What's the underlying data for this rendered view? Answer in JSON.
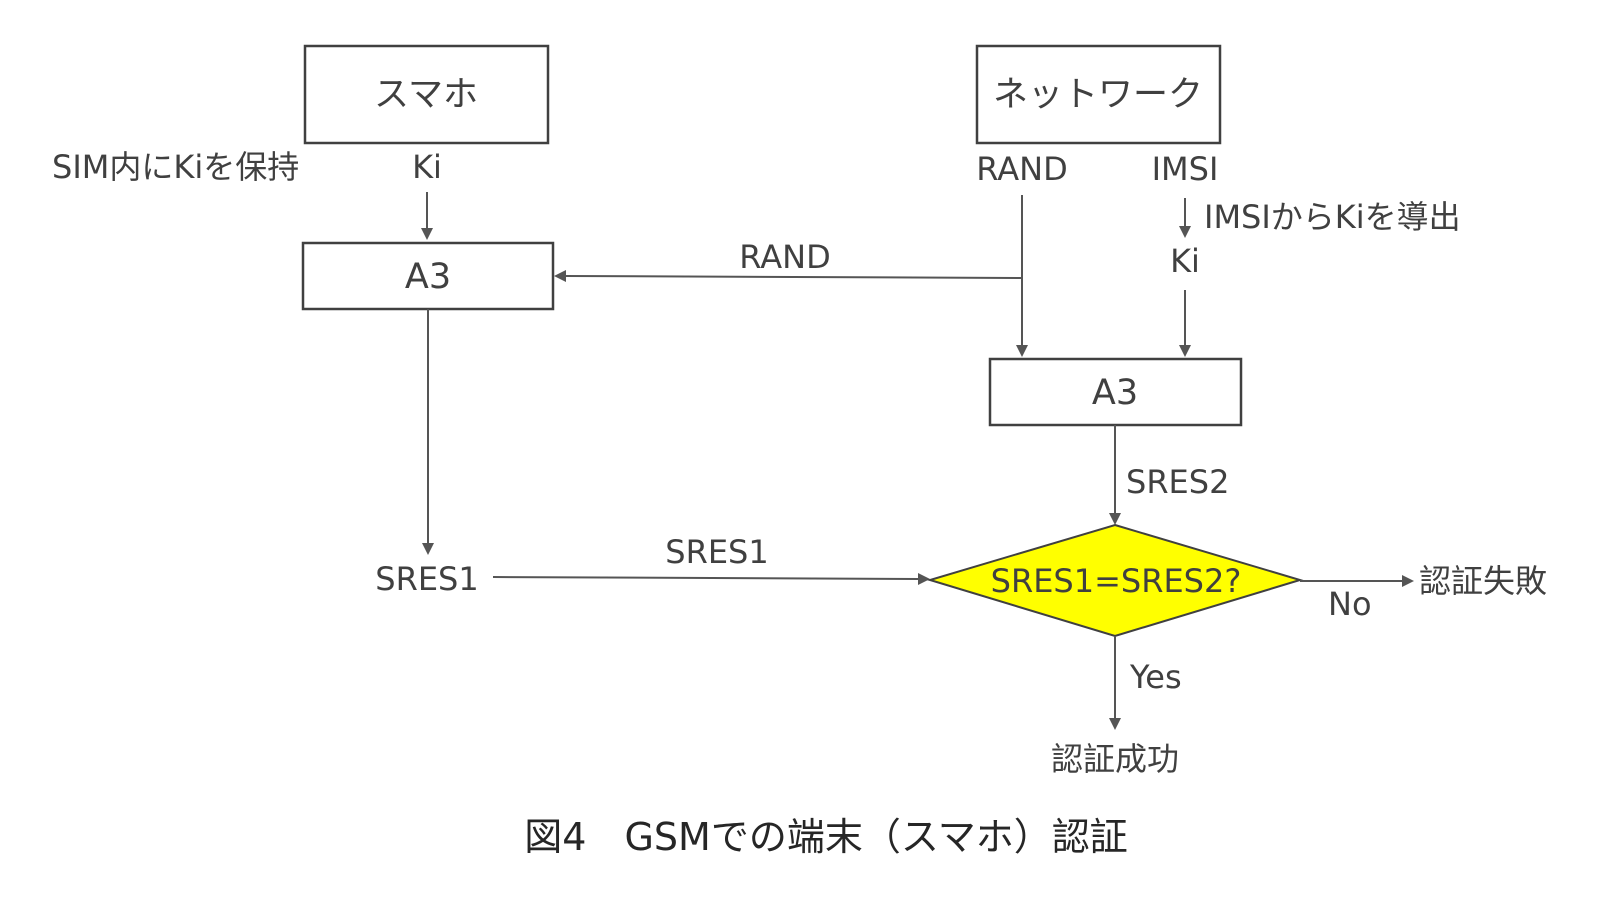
{
  "phone": {
    "title": "スマホ",
    "sim_note": "SIM内にKiを保持",
    "ki": "Ki",
    "a3": "A3",
    "sres1": "SRES1"
  },
  "network": {
    "title": "ネットワーク",
    "rand": "RAND",
    "imsi": "IMSI",
    "derive_note": "IMSIからKiを導出",
    "ki": "Ki",
    "a3": "A3",
    "sres2": "SRES2"
  },
  "edges": {
    "rand_to_phone": "RAND",
    "sres1_to_network": "SRES1",
    "no": "No",
    "yes": "Yes"
  },
  "decision": {
    "label": "SRES1=SRES2?",
    "fill": "#FFFF00"
  },
  "results": {
    "failure": "認証失敗",
    "success": "認証成功"
  },
  "caption": "図4　GSMでの端末（スマホ）認証"
}
